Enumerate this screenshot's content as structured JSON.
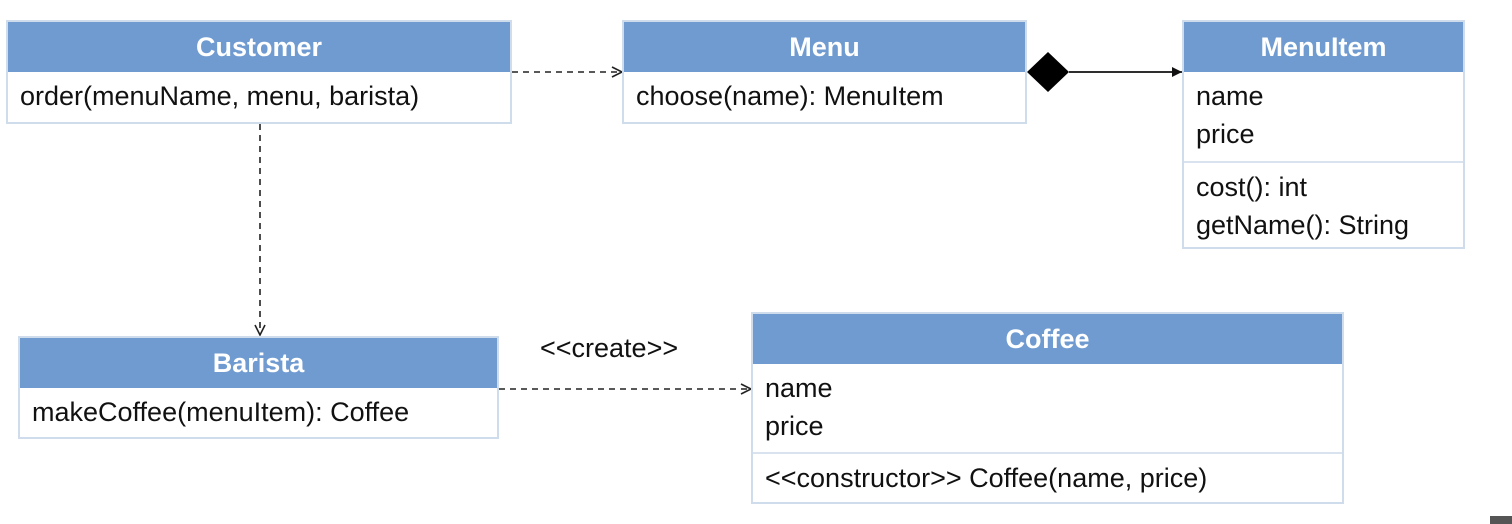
{
  "classes": {
    "customer": {
      "name": "Customer",
      "operations": [
        "order(menuName, menu, barista)"
      ]
    },
    "menu": {
      "name": "Menu",
      "operations": [
        "choose(name): MenuItem"
      ]
    },
    "menuitem": {
      "name": "MenuItem",
      "attributes": [
        "name",
        "price"
      ],
      "operations": [
        "cost(): int",
        "getName(): String"
      ]
    },
    "barista": {
      "name": "Barista",
      "operations": [
        "makeCoffee(menuItem): Coffee"
      ]
    },
    "coffee": {
      "name": "Coffee",
      "attributes": [
        "name",
        "price"
      ],
      "operations": [
        "<<constructor>> Coffee(name, price)"
      ]
    }
  },
  "relations": [
    {
      "from": "Customer",
      "to": "Menu",
      "type": "dependency"
    },
    {
      "from": "Customer",
      "to": "Barista",
      "type": "dependency"
    },
    {
      "from": "Menu",
      "to": "MenuItem",
      "type": "composition"
    },
    {
      "from": "Barista",
      "to": "Coffee",
      "type": "dependency",
      "label": "<<create>>"
    }
  ],
  "colors": {
    "header": "#6f9bd1",
    "border": "#cfdcec",
    "line": "#222222"
  }
}
